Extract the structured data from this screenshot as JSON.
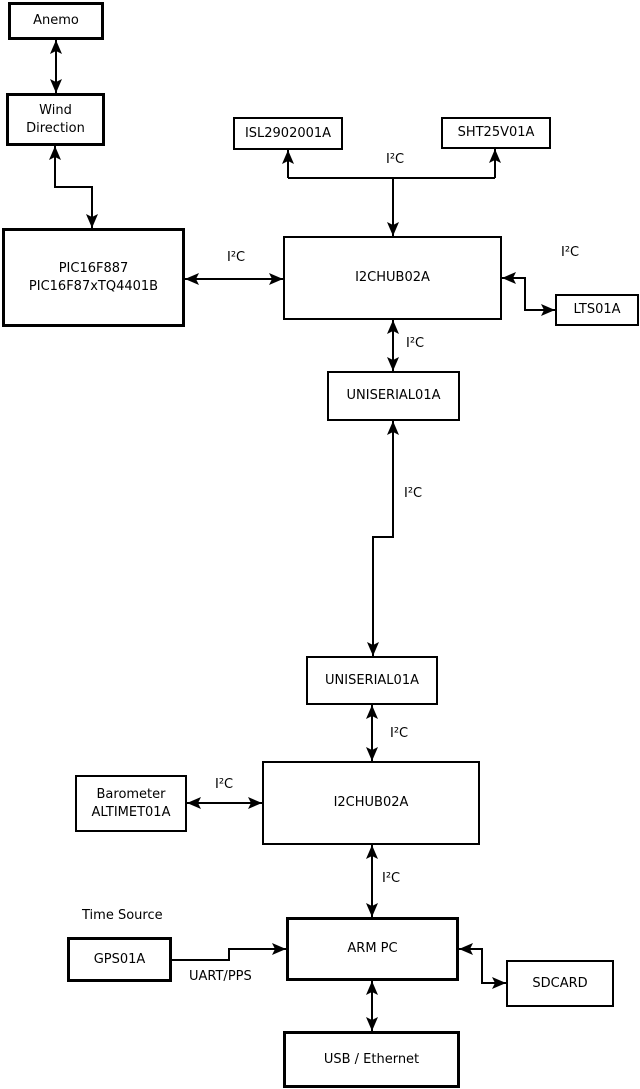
{
  "colors": {
    "line": "#000000",
    "box_fill": "#ffffff",
    "background": "#ffffff",
    "text": "#000000"
  },
  "nodes": {
    "anemo": {
      "label": "Anemo"
    },
    "wind_direction": {
      "label": "Wind\nDirection"
    },
    "pic": {
      "label": "PIC16F887\nPIC16F87xTQ4401B"
    },
    "isl": {
      "label": "ISL2902001A"
    },
    "sht": {
      "label": "SHT25V01A"
    },
    "i2chub_top": {
      "label": "I2CHUB02A"
    },
    "lts": {
      "label": "LTS01A"
    },
    "uniserial_top": {
      "label": "UNISERIAL01A"
    },
    "uniserial_bottom": {
      "label": "UNISERIAL01A"
    },
    "barometer": {
      "label": "Barometer\nALTIMET01A"
    },
    "i2chub_bottom": {
      "label": "I2CHUB02A"
    },
    "gps": {
      "label": "GPS01A"
    },
    "arm_pc": {
      "label": "ARM PC"
    },
    "sdcard": {
      "label": "SDCARD"
    },
    "usb_ethernet": {
      "label": "USB / Ethernet"
    }
  },
  "edge_labels": {
    "i2c_sensors": "I²C",
    "i2c_pic": "I²C",
    "i2c_lts": "I²C",
    "i2c_hub1_uniserial": "I²C",
    "i2c_uniserial_link": "I²C",
    "i2c_uniserial_hub2": "I²C",
    "i2c_barometer": "I²C",
    "i2c_hub2_armpc": "I²C",
    "time_source": "Time Source",
    "uart_pps": "UART/PPS"
  }
}
